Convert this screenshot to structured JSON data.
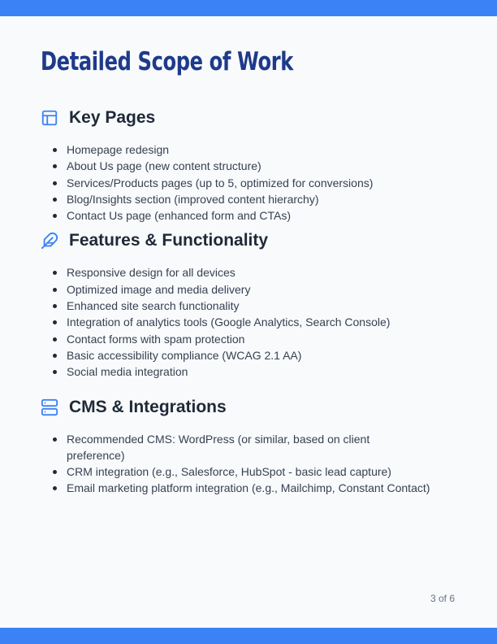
{
  "document": {
    "title": "Detailed Scope of Work",
    "accent_color": "#3b82f6",
    "title_color": "#1e3a8a"
  },
  "sections": [
    {
      "icon": "layout-icon",
      "title": "Key Pages",
      "items": [
        "Homepage redesign",
        "About Us page (new content structure)",
        "Services/Products pages (up to 5, optimized for conversions)",
        "Blog/Insights section (improved content hierarchy)",
        "Contact Us page (enhanced form and CTAs)"
      ]
    },
    {
      "icon": "feather-icon",
      "title": "Features & Functionality",
      "items": [
        "Responsive design for all devices",
        "Optimized image and media delivery",
        "Enhanced site search functionality",
        "Integration of analytics tools (Google Analytics, Search Console)",
        "Contact forms with spam protection",
        "Basic accessibility compliance (WCAG 2.1 AA)",
        "Social media integration"
      ]
    },
    {
      "icon": "server-icon",
      "title": "CMS & Integrations",
      "items": [
        "Recommended CMS: WordPress (or similar, based on client preference)",
        "CRM integration (e.g., Salesforce, HubSpot - basic lead capture)",
        "Email marketing platform integration (e.g., Mailchimp, Constant Contact)"
      ]
    }
  ],
  "footer": {
    "page_number": "3 of 6"
  }
}
